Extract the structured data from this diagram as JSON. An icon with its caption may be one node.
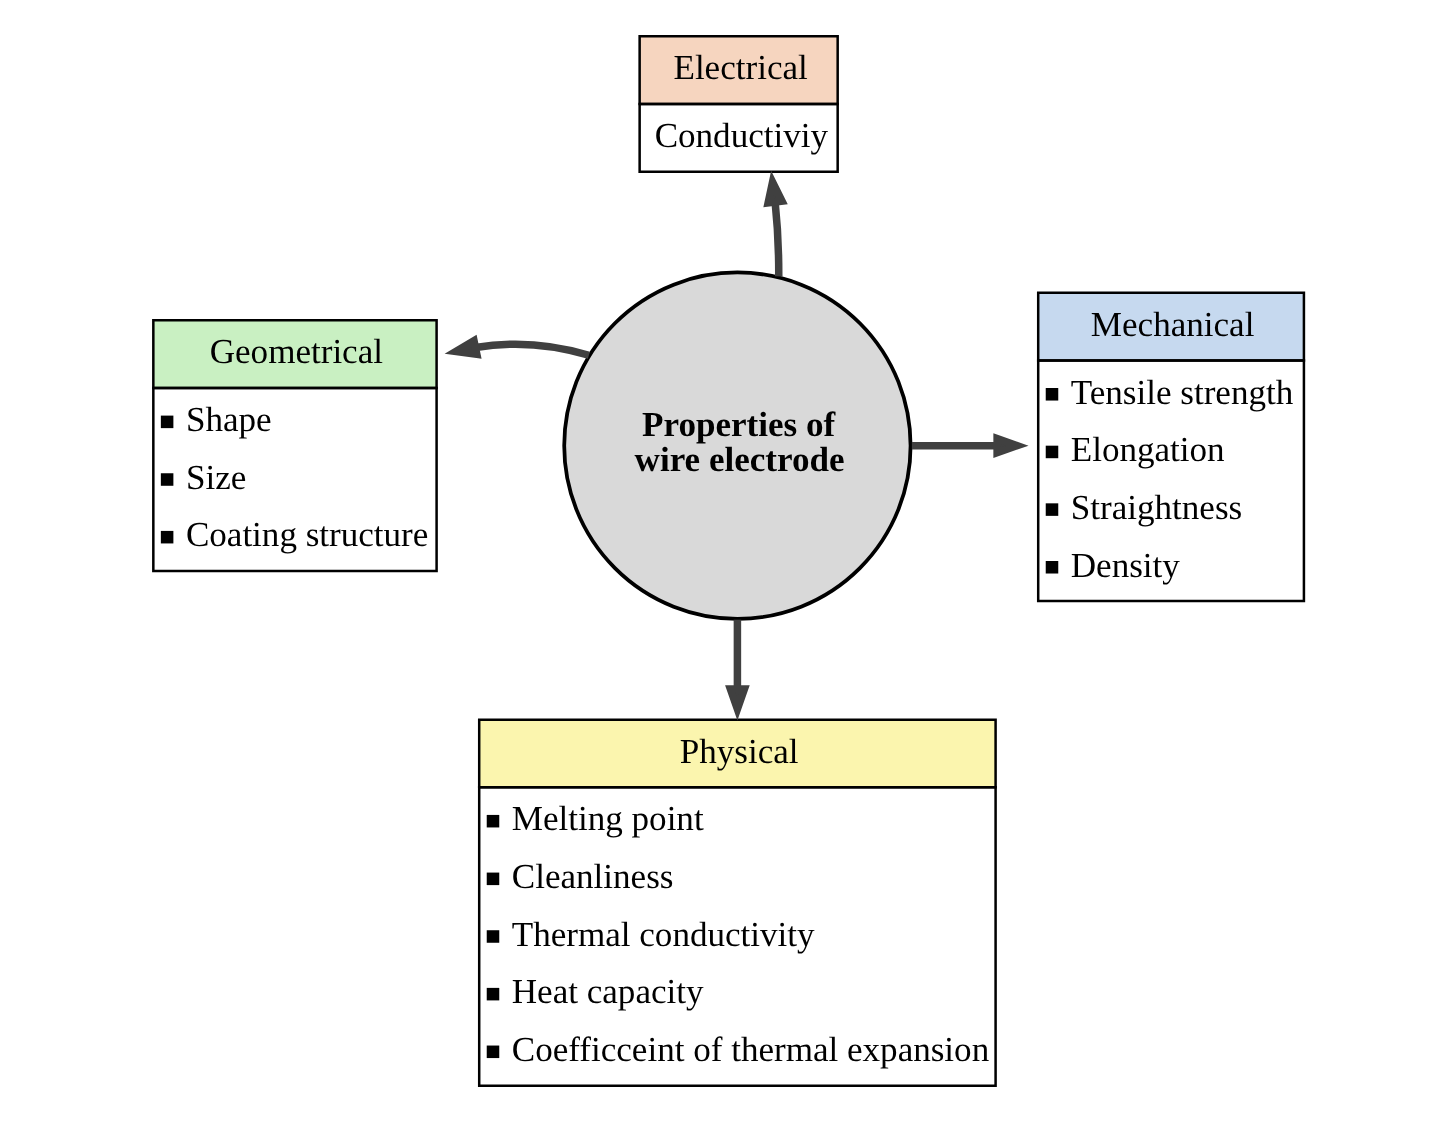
{
  "diagram": {
    "nodes": [
      {
        "text": [
          "Electrical",
          "Conductiviy"
        ]
      },
      {
        "text": [
          "Geometrical",
          "Shape",
          "Size",
          "Coating structure"
        ]
      },
      {
        "text": [
          "Properties of wire electrode"
        ]
      },
      {
        "text": [
          "Mechanical",
          "Tensile strength",
          "Elongation",
          "Straightness",
          "Density"
        ]
      },
      {
        "text": [
          "Physical",
          "Melting point",
          "Cleanliness",
          "Thermal conductivity",
          "Heat capacity",
          "Coefficceint of thermal expansion"
        ]
      }
    ],
    "edges": [
      {
        "from": 2,
        "to": 0,
        "arrow": "to"
      },
      {
        "from": 2,
        "to": 1,
        "arrow": "to"
      },
      {
        "from": 2,
        "to": 3,
        "arrow": "to"
      },
      {
        "from": 2,
        "to": 4,
        "arrow": "to"
      }
    ]
  }
}
